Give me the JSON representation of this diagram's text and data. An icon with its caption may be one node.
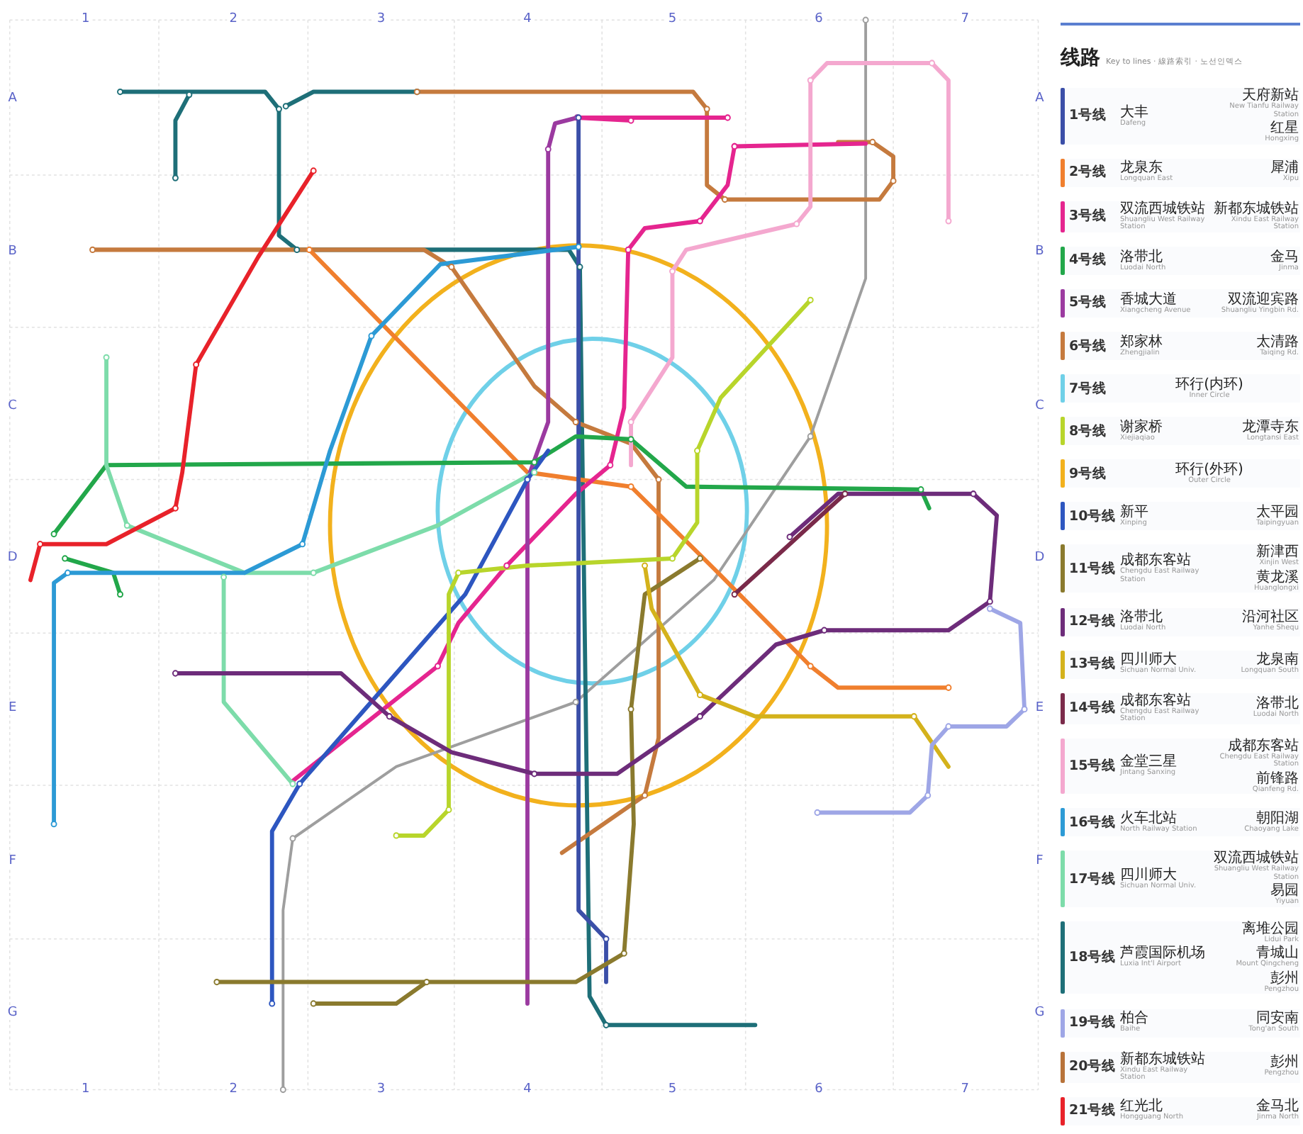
{
  "diagram": {
    "title": "线路",
    "nodes": [
      {
        "text": [
          "1号线",
          "大丰",
          "Dafeng",
          "天府新站",
          "New Tianfu Railway Station",
          "红星",
          "Hongxing"
        ]
      },
      {
        "text": [
          "2号线",
          "龙泉东",
          "Longquan East",
          "犀浦",
          "Xipu"
        ]
      },
      {
        "text": [
          "3号线",
          "双流西城铁站",
          "Shuangliu West Railway Station",
          "新都东城铁站",
          "Xindu East Railway Station"
        ]
      },
      {
        "text": [
          "4号线",
          "洛带北",
          "Luodai North",
          "金马",
          "Jinma"
        ]
      },
      {
        "text": [
          "5号线",
          "香城大道",
          "Xiangcheng Avenue",
          "双流迎宾路",
          "Shuangliu Yingbin Rd."
        ]
      },
      {
        "text": [
          "6号线",
          "郑家林",
          "Zhengjialin",
          "太清路",
          "Taiqing Rd."
        ]
      },
      {
        "text": [
          "7号线",
          "环行(内环)",
          "Inner Circle"
        ]
      },
      {
        "text": [
          "8号线",
          "谢家桥",
          "Xiejiaqiao",
          "龙潭寺东",
          "Longtansi East"
        ]
      },
      {
        "text": [
          "9号线",
          "环行(外环)",
          "Outer Circle"
        ]
      },
      {
        "text": [
          "10号线",
          "新平",
          "Xinping",
          "太平园",
          "Taipingyuan"
        ]
      },
      {
        "text": [
          "11号线",
          "成都东客站",
          "Chengdu East Railway Station",
          "新津西",
          "Xinjin West",
          "黄龙溪",
          "Huanglongxi"
        ]
      },
      {
        "text": [
          "12号线",
          "洛带北",
          "Luodai North",
          "沿河社区",
          "Yanhe Shequ"
        ]
      },
      {
        "text": [
          "13号线",
          "四川师大",
          "Sichuan Normal Univ.",
          "龙泉南",
          "Longquan South"
        ]
      },
      {
        "text": [
          "14号线",
          "成都东客站",
          "Chengdu East Railway Station",
          "洛带北",
          "Luodai North"
        ]
      },
      {
        "text": [
          "15号线",
          "金堂三星",
          "Jintang Sanxing",
          "成都东客站",
          "Chengdu East Railway Station",
          "前锋路",
          "Qianfeng Rd."
        ]
      },
      {
        "text": [
          "16号线",
          "火车北站",
          "North Railway Station",
          "朝阳湖",
          "Chaoyang Lake"
        ]
      },
      {
        "text": [
          "17号线",
          "四川师大",
          "Sichuan Normal Univ.",
          "双流西城铁站",
          "Shuangliu West Railway Station",
          "易园",
          "Yiyuan"
        ]
      },
      {
        "text": [
          "18号线",
          "芦霞国际机场",
          "Luxia Int'l Airport",
          "离堆公园",
          "Lidui Park",
          "青城山",
          "Mount Qingcheng",
          "彭州",
          "Pengzhou"
        ]
      },
      {
        "text": [
          "19号线",
          "柏合",
          "Baihe",
          "同安南",
          "Tong'an South"
        ]
      },
      {
        "text": [
          "20号线",
          "新都东城铁站",
          "Xindu East Railway Station",
          "彭州",
          "Pengzhou"
        ]
      },
      {
        "text": [
          "21号线",
          "红光北",
          "Hongguang North",
          "金马北",
          "Jinma North"
        ]
      }
    ],
    "labels": [
      "1",
      "2",
      "3",
      "4",
      "5",
      "6",
      "7",
      "A",
      "A",
      "B",
      "B",
      "C",
      "C",
      "D",
      "D",
      "E",
      "E",
      "F",
      "F",
      "G",
      "G",
      "1",
      "2",
      "3",
      "4",
      "5",
      "6",
      "7",
      "Key to lines · 線路索引 · 노선인덱스"
    ]
  }
}
